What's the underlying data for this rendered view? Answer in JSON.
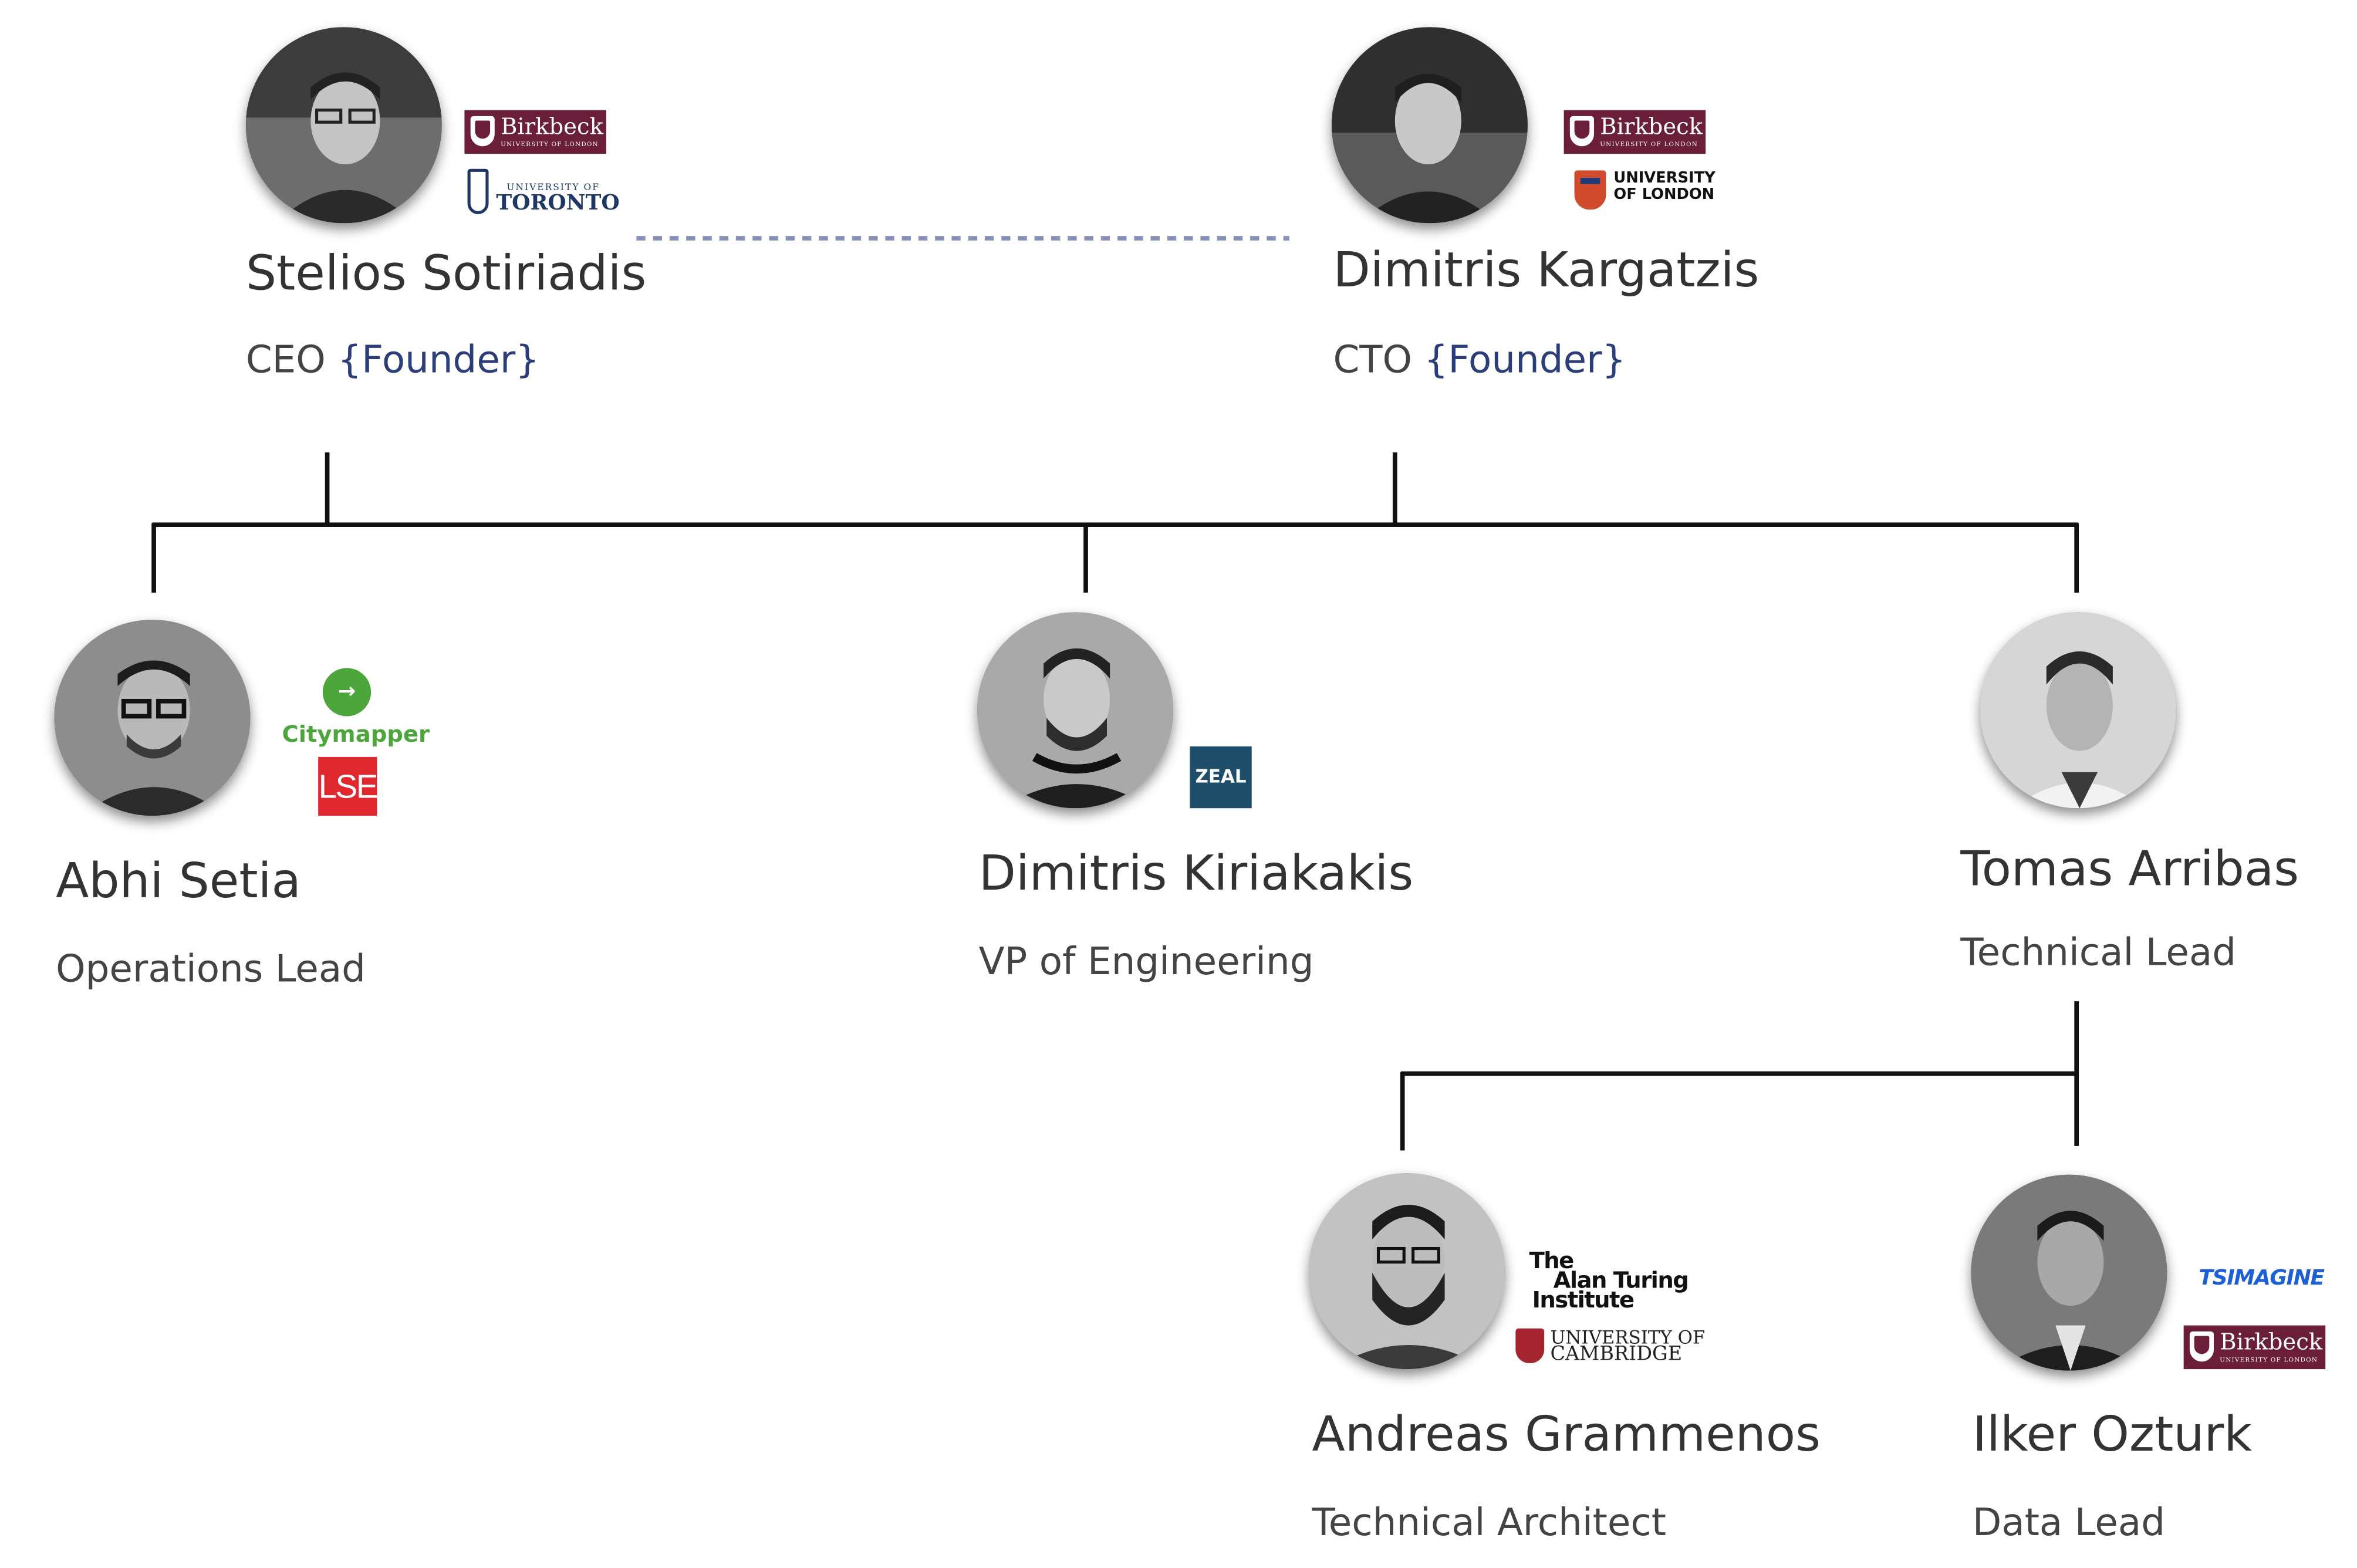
{
  "people": {
    "stelios": {
      "name": "Stelios Sotiriadis",
      "role": "CEO",
      "tag": "{Founder}"
    },
    "dimitris_k": {
      "name": "Dimitris Kargatzis",
      "role": "CTO",
      "tag": "{Founder}"
    },
    "abhi": {
      "name": "Abhi Setia",
      "role": "Operations Lead"
    },
    "kiriakakis": {
      "name": "Dimitris Kiriakakis",
      "role": "VP of Engineering"
    },
    "tomas": {
      "name": "Tomas Arribas",
      "role": "Technical Lead"
    },
    "andreas": {
      "name": "Andreas Grammenos",
      "role": "Technical Architect"
    },
    "ilker": {
      "name": "Ilker Ozturk",
      "role": "Data Lead"
    }
  },
  "logos": {
    "birkbeck": {
      "name": "Birkbeck",
      "sub": "UNIVERSITY OF LONDON"
    },
    "toronto": {
      "line1": "UNIVERSITY OF",
      "line2": "TORONTO"
    },
    "uni_london": {
      "line1": "UNIVERSITY",
      "line2": "OF LONDON"
    },
    "citymapper": "Citymapper",
    "lse": "LSE",
    "zeal": "ZEAL",
    "turing": {
      "line1": "The",
      "line2": "Alan Turing",
      "line3": "Institute"
    },
    "cambridge": {
      "line1": "UNIVERSITY OF",
      "line2": "CAMBRIDGE"
    },
    "tsimagine": "TSIMAGINE"
  },
  "colors": {
    "connector": "#111111",
    "dotted": "#8a93b8",
    "founder": "#2c3e7a",
    "birkbeck": "#6b1e3a",
    "citymapper": "#4ca63b",
    "lse": "#e0282f",
    "zeal": "#1f4e6b",
    "tsimagine": "#1c5fd6"
  }
}
